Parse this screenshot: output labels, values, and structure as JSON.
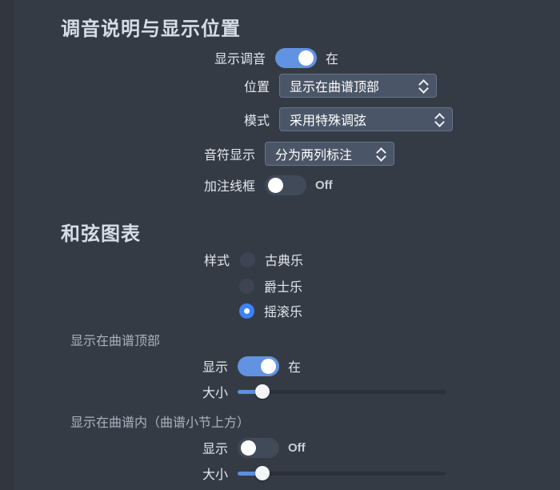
{
  "theme": {
    "background": "#353b45",
    "accent": "#6193e0",
    "radio_accent": "#3b82f6",
    "select_bg": "#4a5567",
    "select_border": "#68748a",
    "switch_off_bg": "#414a58",
    "text": "#e3e7ee",
    "muted_text": "#aab2c0"
  },
  "sections": {
    "tuning": {
      "title": "调音说明与显示位置",
      "show_tuning": {
        "label": "显示调音",
        "state_label": "在",
        "on": true
      },
      "position": {
        "label": "位置",
        "value": "显示在曲谱顶部",
        "options": [
          "显示在曲谱顶部"
        ]
      },
      "mode": {
        "label": "模式",
        "value": "采用特殊调弦",
        "options": [
          "采用特殊调弦"
        ]
      },
      "note_display": {
        "label": "音符显示",
        "value": "分为两列标注",
        "options": [
          "分为两列标注"
        ]
      },
      "frame": {
        "label": "加注线框",
        "state_label": "Off",
        "on": false
      }
    },
    "chord": {
      "title": "和弦图表",
      "style": {
        "label": "样式",
        "options": [
          {
            "label": "古典乐",
            "selected": false
          },
          {
            "label": "爵士乐",
            "selected": false
          },
          {
            "label": "摇滚乐",
            "selected": true
          }
        ]
      },
      "top_group": {
        "heading": "显示在曲谱顶部",
        "show": {
          "label": "显示",
          "state_label": "在",
          "on": true
        },
        "size": {
          "label": "大小",
          "percent": 9
        }
      },
      "inline_group": {
        "heading": "显示在曲谱内（曲谱小节上方）",
        "show": {
          "label": "显示",
          "state_label": "Off",
          "on": false
        },
        "size": {
          "label": "大小",
          "percent": 9
        }
      }
    }
  }
}
